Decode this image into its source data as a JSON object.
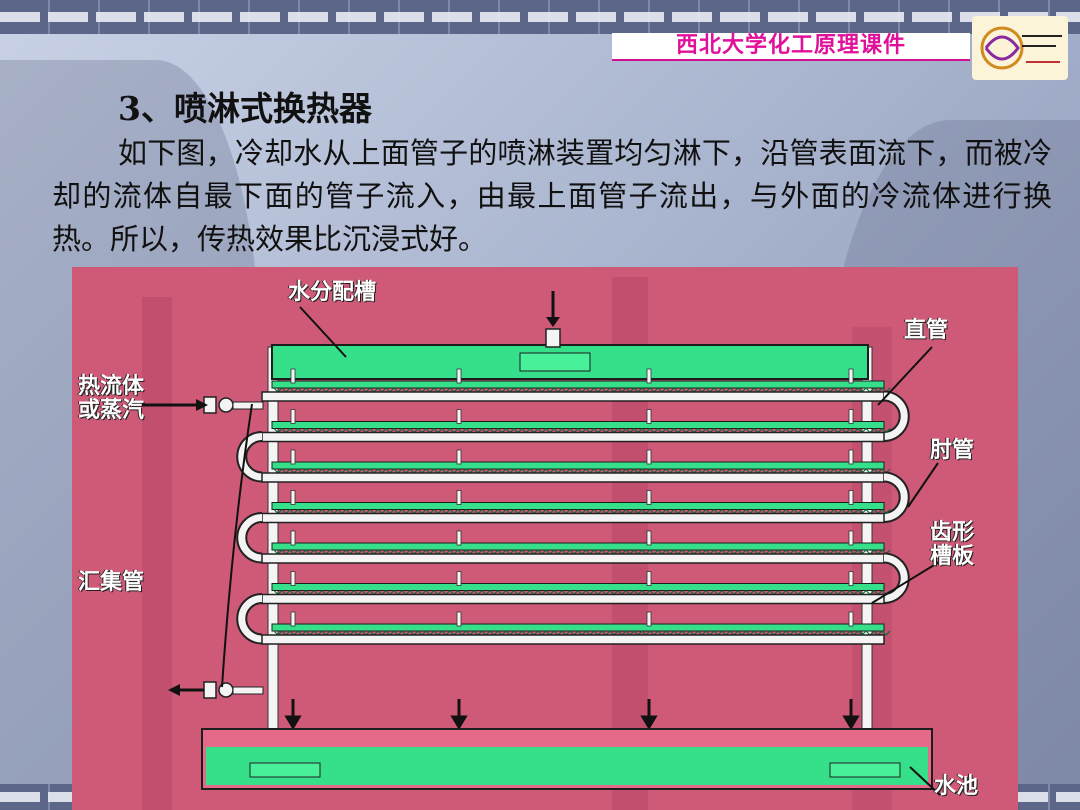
{
  "header": {
    "course_title": "西北大学化工原理课件",
    "logo_icon": "university-logo-icon"
  },
  "slide": {
    "heading": "3、喷淋式换热器",
    "paragraph": "如下图，冷却水从上面管子的喷淋装置均匀淋下，沿管表面流下，而被冷却的流体自最下面的管子流入，由最上面管子流出，与外面的冷流体进行换热。所以，传热效果比沉浸式好。"
  },
  "figure": {
    "labels": {
      "water_trough": "水分配槽",
      "straight_pipe": "直管",
      "hot_fluid_line1": "热流体",
      "hot_fluid_line2": "或蒸汽",
      "elbow": "肘管",
      "toothed_line1": "齿形",
      "toothed_line2": "槽板",
      "header_pipe": "汇集管",
      "pool": "水池"
    },
    "colors": {
      "background": "#cf5a78",
      "green": "#36e08a",
      "pipe": "#f4f4f4"
    }
  }
}
